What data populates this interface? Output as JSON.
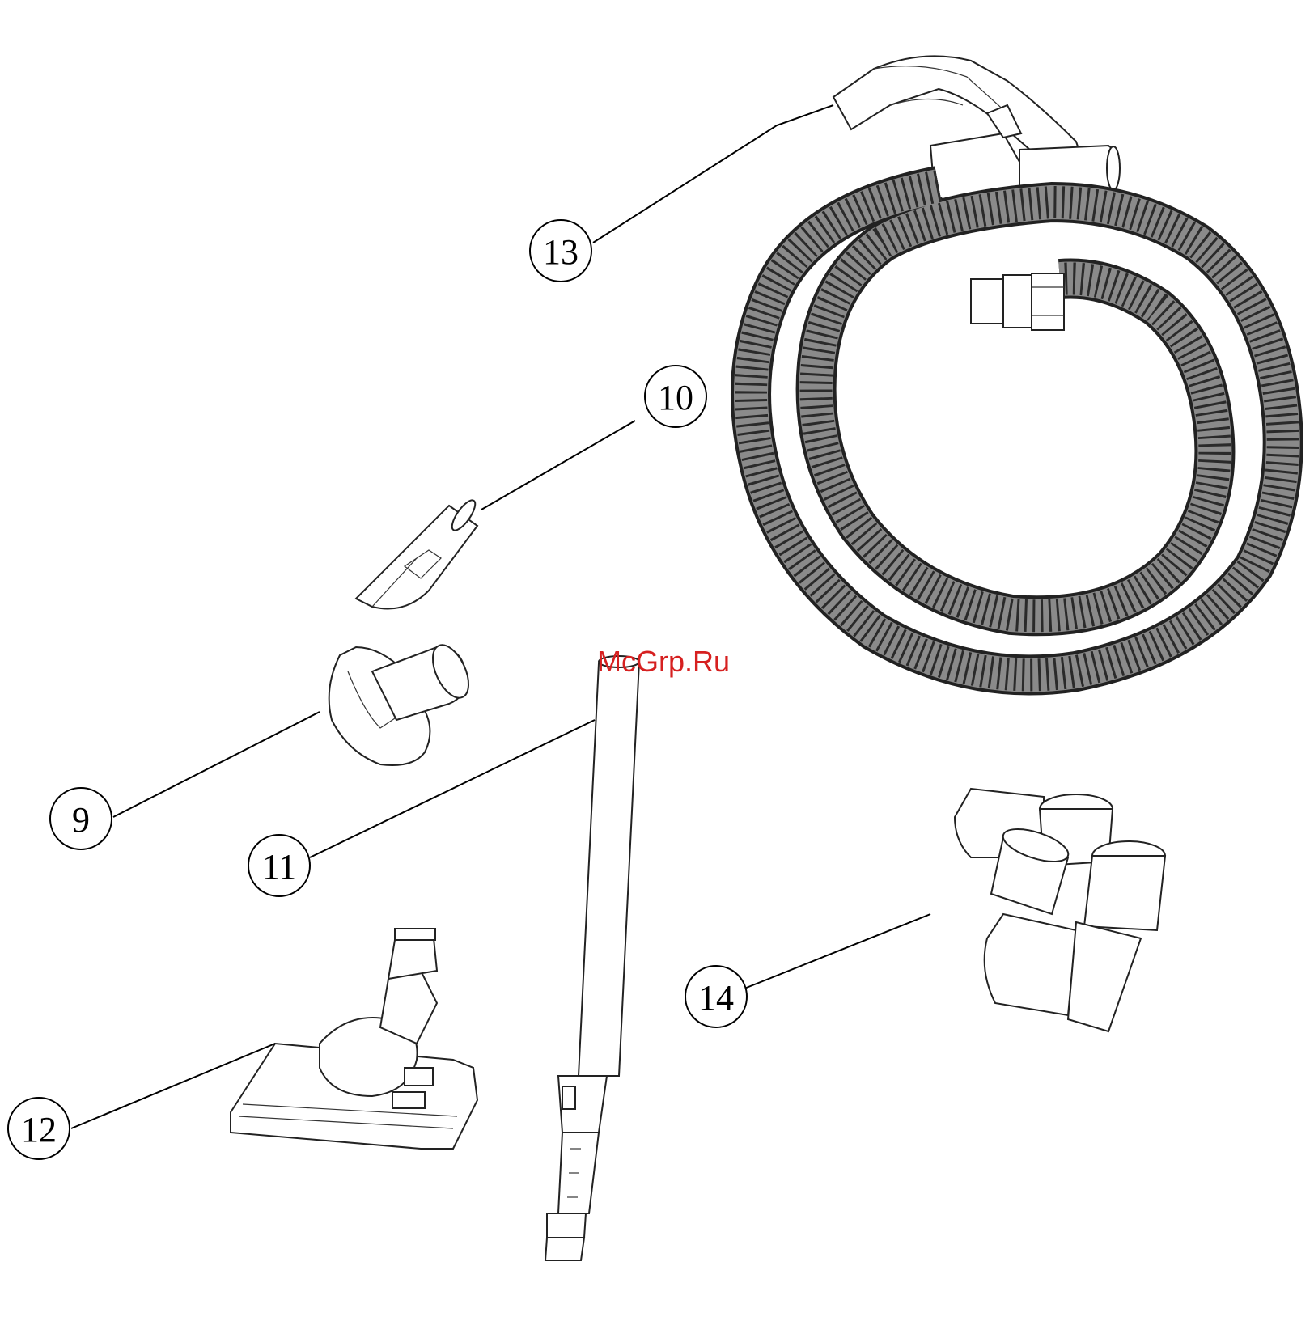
{
  "callouts": {
    "c9": "9",
    "c10": "10",
    "c11": "11",
    "c12": "12",
    "c13": "13",
    "c14": "14"
  },
  "watermark": "McGrp.Ru",
  "colors": {
    "watermark": "#d62020",
    "line": "#222222",
    "hose_fill": "#6e6e6e"
  }
}
